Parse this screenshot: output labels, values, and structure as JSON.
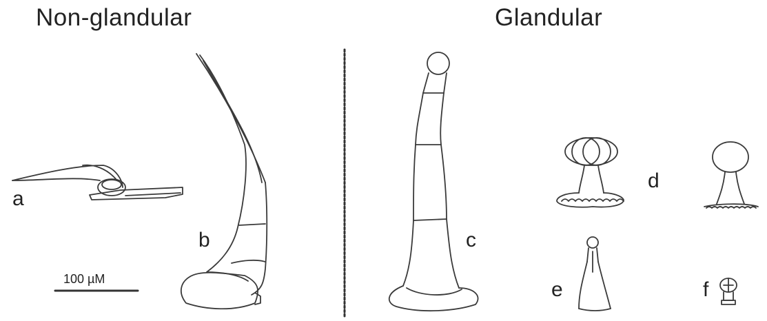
{
  "headings": {
    "non_glandular": "Non-glandular",
    "glandular": "Glandular"
  },
  "labels": {
    "a": "a",
    "b": "b",
    "c": "c",
    "d": "d",
    "e": "e",
    "f": "f"
  },
  "scale_bar": {
    "label": "100 µM"
  },
  "colors": {
    "stroke": "#3a3a3a",
    "text": "#222222",
    "background": "#ffffff"
  }
}
